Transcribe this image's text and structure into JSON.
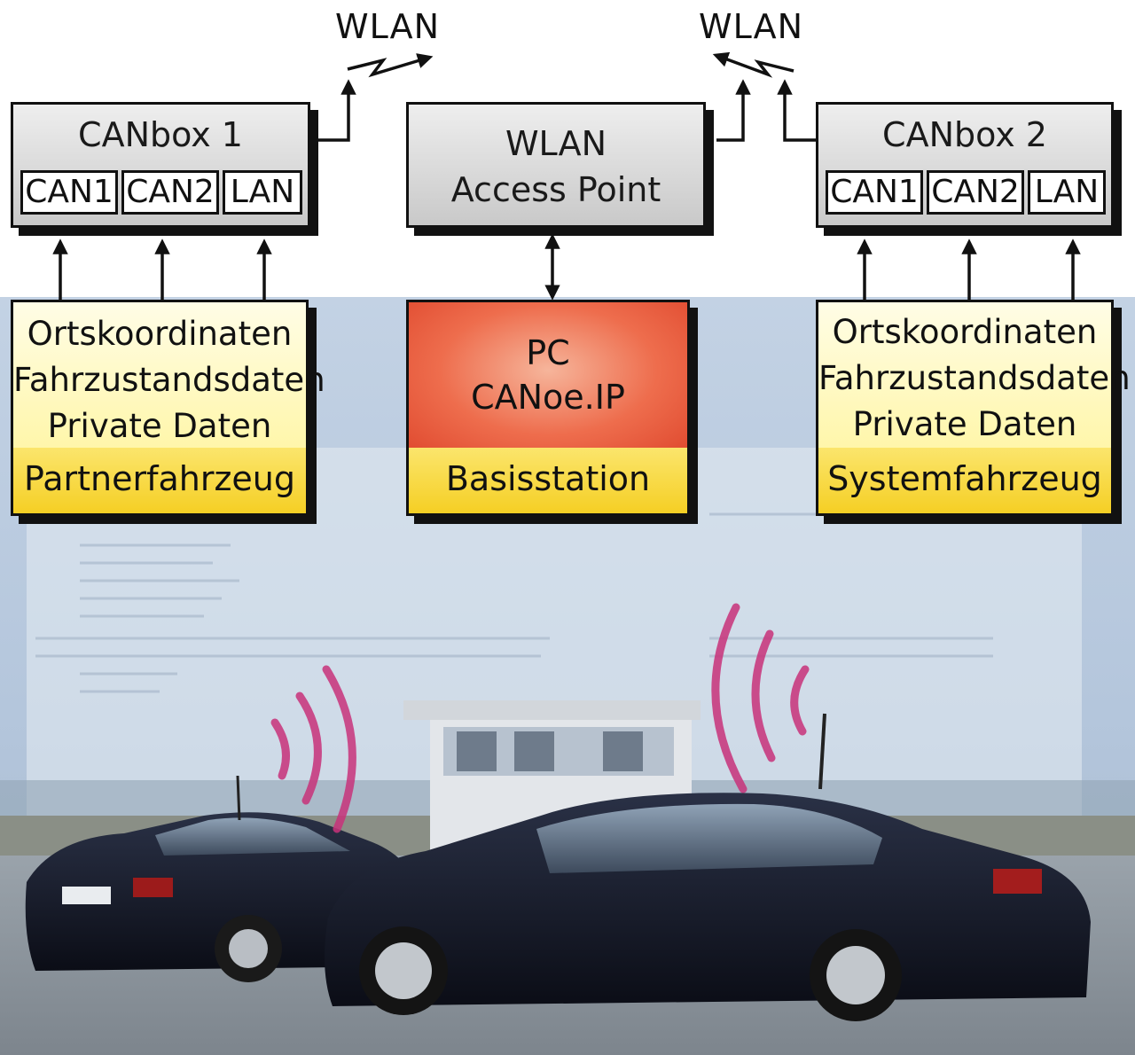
{
  "wlan_left": "WLAN",
  "wlan_right": "WLAN",
  "canbox1": {
    "title": "CANbox 1",
    "ports": [
      "CAN1",
      "CAN2",
      "LAN"
    ]
  },
  "canbox2": {
    "title": "CANbox 2",
    "ports": [
      "CAN1",
      "CAN2",
      "LAN"
    ]
  },
  "access_point": {
    "line1": "WLAN",
    "line2": "Access Point"
  },
  "partner": {
    "lines": [
      "Ortskoordinaten",
      "Fahrzustandsdaten",
      "Private Daten"
    ],
    "label": "Partnerfahrzeug"
  },
  "base": {
    "lines": [
      "PC",
      "CANoe.IP"
    ],
    "label": "Basisstation"
  },
  "system": {
    "lines": [
      "Ortskoordinaten",
      "Fahrzustandsdaten",
      "Private Daten"
    ],
    "label": "Systemfahrzeug"
  },
  "colors": {
    "info_fill": "#fff6a8",
    "label_fill": "#f5cf24",
    "pc_fill": "#ee6d4d",
    "box_fill": "#d6d6d6",
    "radio_waves": "#c8327a"
  }
}
